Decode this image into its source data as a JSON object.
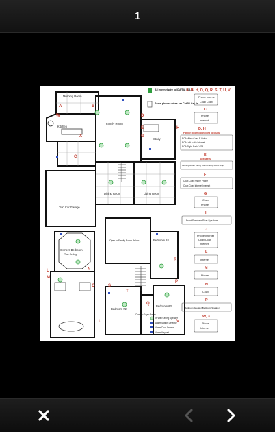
{
  "header": {
    "page_number": "1"
  },
  "plan": {
    "rooms": {
      "morning_room": "Morning Room",
      "family_room": "Family Room",
      "kitchen": "Kitchen",
      "study": "Study",
      "dining_room": "Dining Room",
      "living_room": "Living Room",
      "garage": "Two Car Garage",
      "owners_bedroom": "Owners Bedroom",
      "bedroom4": "Bedroom #4",
      "bedroom2": "Bedroom #2",
      "bedroom3": "Bedroom #3",
      "open_family": "Open to Family Room Below",
      "open_foyer": "Open to Foyer Below",
      "tray": "Tray Ceiling"
    },
    "notes": {
      "note1": "All internet wire to IDA/TIA 568-A",
      "note2": "Some phones wires are Cat 5 / Cat 5e"
    },
    "legend_heading": "A, B, H, O, Q, R, S, T, U, V",
    "legend": [
      {
        "letter": "C",
        "rows": [
          "Phone",
          "Internet"
        ]
      },
      {
        "letter": "D, H",
        "caption": "Family Room connected to Study",
        "rows": [
          "RCA Video  Coax  S-Video",
          "RCA Left Audio  Internet",
          "RCA Right Audio  VGA"
        ]
      },
      {
        "letter": "E",
        "caption": "Speakers",
        "rows": [
          "Morning Room  Dining Room  Family Room Right"
        ]
      },
      {
        "letter": "F",
        "rows": [
          "Coax  Coax  Phone  Phone",
          "Coax  Coax  Internet  Internet"
        ]
      },
      {
        "letter": "G",
        "rows": [
          "Coax",
          "Phone"
        ]
      },
      {
        "letter": "I",
        "rows": [
          "Front Speakers   Rear Speakers"
        ]
      },
      {
        "letter": "J",
        "rows": [
          "Phone  Internet",
          "Coax  Coax",
          "Internet"
        ]
      },
      {
        "letter": "L",
        "rows": [
          "Internet"
        ]
      },
      {
        "letter": "M",
        "rows": [
          "Phone"
        ]
      },
      {
        "letter": "N",
        "rows": [
          "Coax"
        ]
      },
      {
        "letter": "P",
        "rows": [
          "Bedroom Speaker  Bedroom Speaker"
        ]
      },
      {
        "letter": "W, X",
        "rows": [
          "Phone",
          "Internet"
        ]
      }
    ],
    "key": [
      "In Wall Ceiling Speaker",
      "Alarm Motion Detector",
      "Alarm Door Sensor",
      "Alarm Keypad"
    ],
    "colors": {
      "label_red": "#c0392b",
      "wall": "#111111",
      "green": "#2e9e3e",
      "blue": "#3050c0"
    }
  },
  "toolbar": {
    "close_icon": "close-icon",
    "prev_icon": "chevron-left-icon",
    "next_icon": "chevron-right-icon"
  }
}
